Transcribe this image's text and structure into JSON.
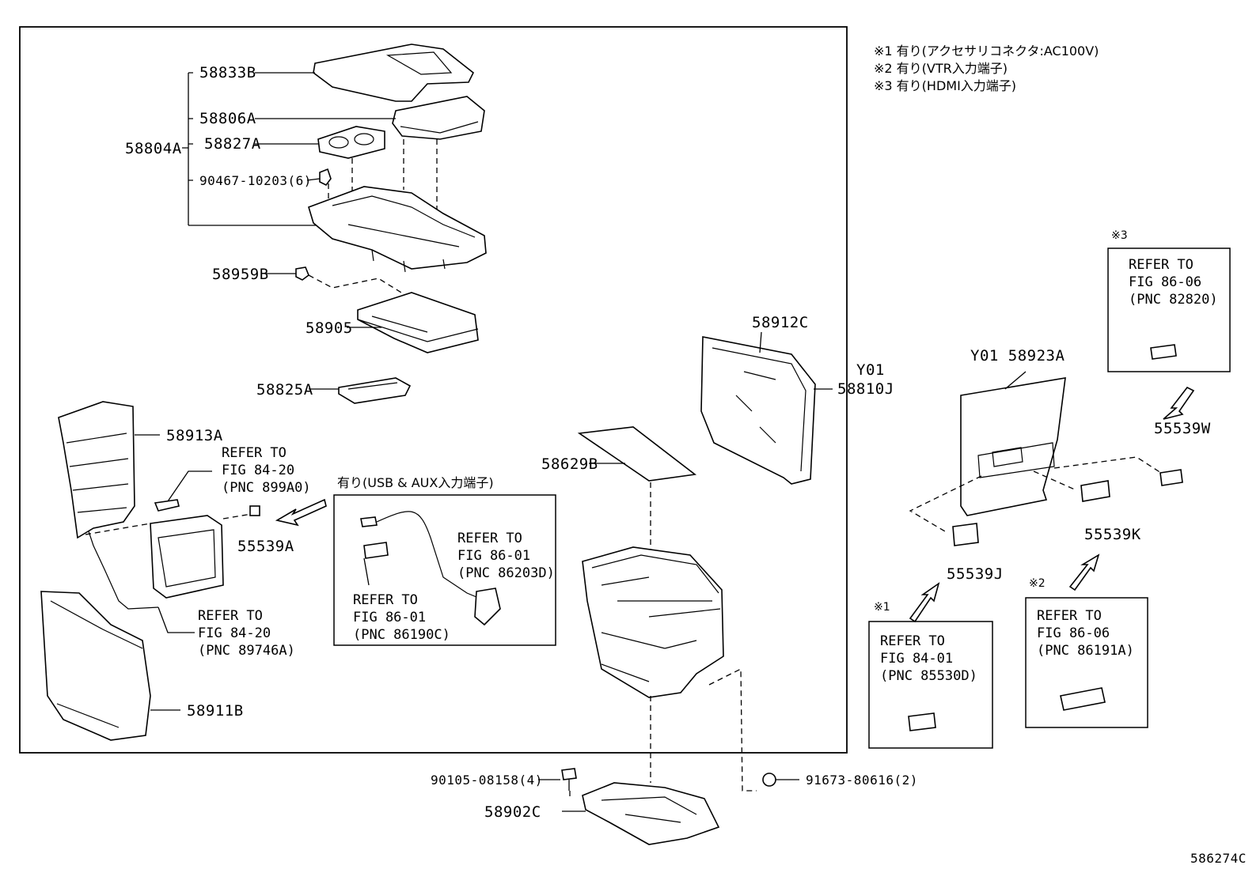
{
  "notes": {
    "note1": "※1  有り(アクセサリコネクタ:AC100V)",
    "note2": "※2  有り(VTR入力端子)",
    "note3": "※3  有り(HDMI入力端子)"
  },
  "labels": {
    "p58833B": "58833B",
    "p58806A": "58806A",
    "p58804A": "58804A",
    "p58827A": "58827A",
    "p90467": "90467-10203(6)",
    "p58959B": "58959B",
    "p58905": "58905",
    "p58825A": "58825A",
    "p58913A": "58913A",
    "p55539A": "55539A",
    "p58911B": "58911B",
    "p58629B": "58629B",
    "p58912C": "58912C",
    "pY01": "Y01",
    "p58810J": "58810J",
    "pY01_58923A": "Y01 58923A",
    "p55539W": "55539W",
    "p55539K": "55539K",
    "p55539J": "55539J",
    "p90105": "90105-08158(4)",
    "p58902C": "58902C",
    "p91673": "91673-80616(2)",
    "figure_id": "586274C"
  },
  "usb_box": {
    "title": "有り(USB & AUX入力端子)"
  },
  "refs": {
    "r899A0": "REFER TO\nFIG 84-20\n(PNC 899A0)",
    "r89746A": "REFER TO\nFIG 84-20\n(PNC 89746A)",
    "r86203D": "REFER TO\nFIG 86-01\n(PNC 86203D)",
    "r86190C": "REFER TO\nFIG 86-01\n(PNC 86190C)",
    "r82820": "REFER TO\nFIG 86-06\n(PNC 82820)",
    "r85530D": "REFER TO\nFIG 84-01\n(PNC 85530D)",
    "r86191A": "REFER TO\nFIG 86-06\n(PNC 86191A)"
  },
  "marks": {
    "m1": "※1",
    "m2": "※2",
    "m3": "※3"
  }
}
